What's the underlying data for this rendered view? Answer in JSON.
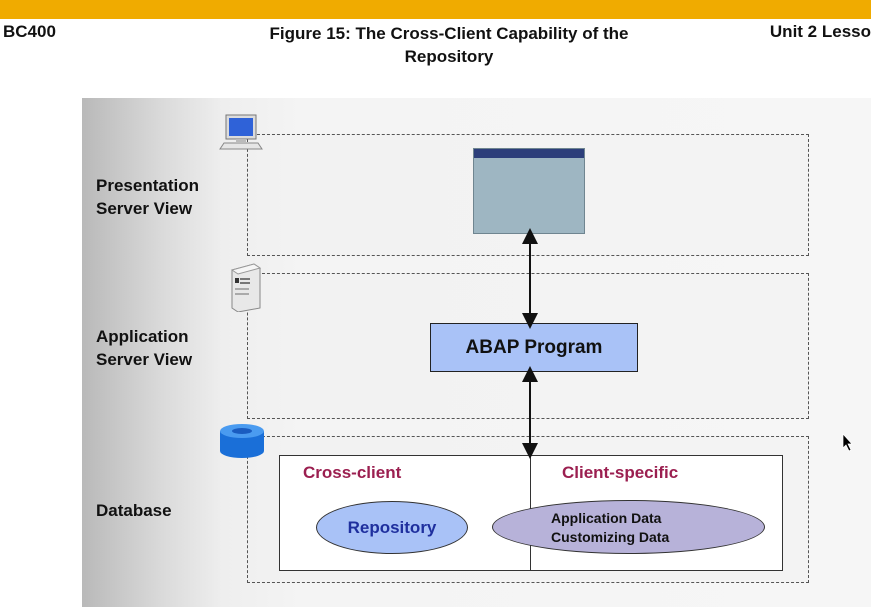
{
  "header": {
    "left": "BC400",
    "title": "Figure 15: The Cross-Client Capability of the Repository",
    "right": "Unit 2 Lesso"
  },
  "diagram": {
    "layers": [
      {
        "label_line1": "Presentation",
        "label_line2": "Server View",
        "icon": "computer-monitor-icon"
      },
      {
        "label_line1": "Application",
        "label_line2": "Server View",
        "icon": "server-tower-icon"
      },
      {
        "label_line1": "Database",
        "icon": "database-cylinder-icon"
      }
    ],
    "abap_box": "ABAP Program",
    "cross_client": {
      "heading": "Cross-client",
      "item": "Repository"
    },
    "client_specific": {
      "heading": "Client-specific",
      "line1": "Application Data",
      "line2": "Customizing Data"
    }
  },
  "colors": {
    "top_bar": "#f0ab00",
    "abap_fill": "#a9c2f7",
    "heading_color": "#9b1f50",
    "client_ellipse": "#b7b2d9"
  }
}
